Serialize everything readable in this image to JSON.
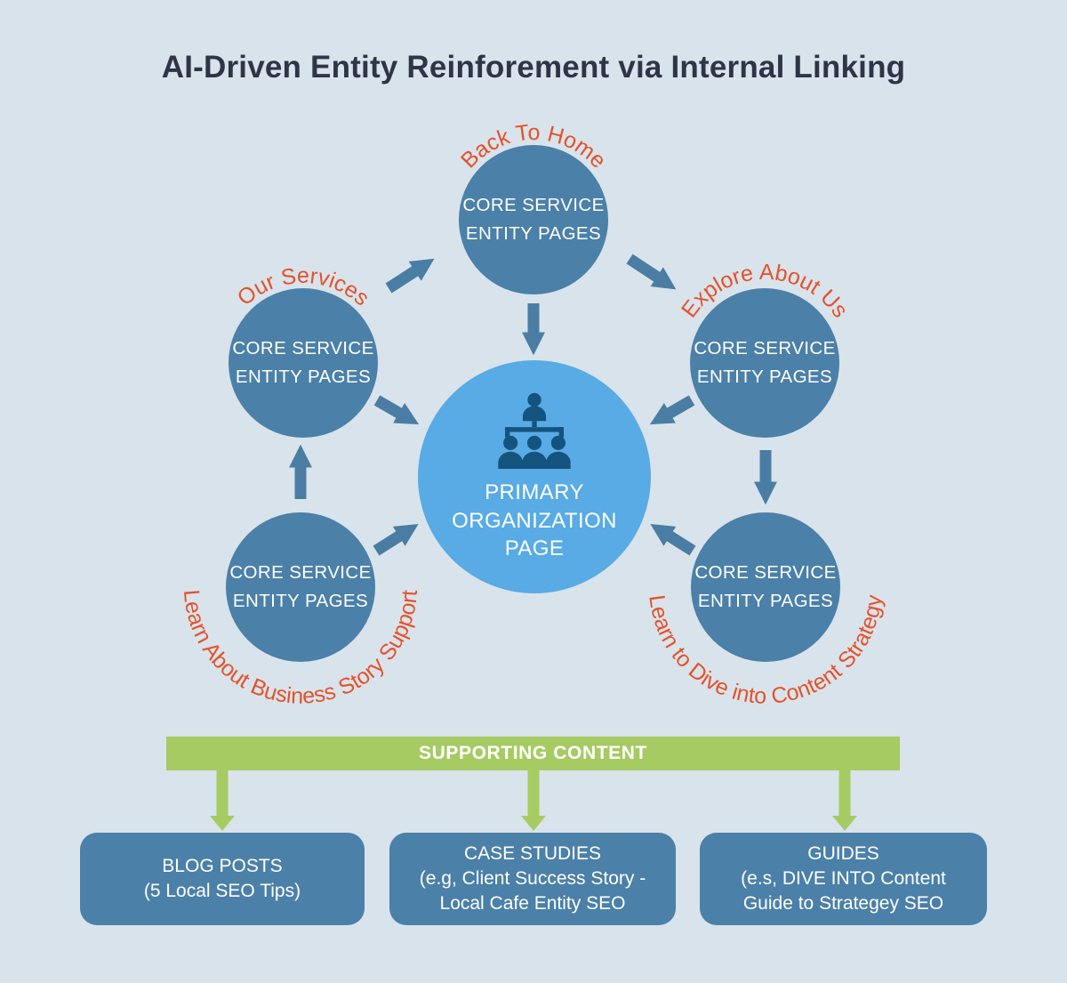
{
  "title": "AI-Driven Entity Reinforement via Internal Linking",
  "colors": {
    "background": "#D9E3EB",
    "node_blue": "#4B80A8",
    "center_blue": "#58ABE4",
    "icon_navy": "#15537F",
    "arrow_blue": "#4A7DA4",
    "accent_orange": "#E3532B",
    "banner_green": "#A6CB62",
    "title_navy": "#2F3447",
    "text_white": "#FFFFFF"
  },
  "center_node": {
    "label": "PRIMARY\nORGANIZATION\nPAGE",
    "icon": "org-chart-icon"
  },
  "nodes": {
    "top": {
      "label": "CORE SERVICE\nENTITY PAGES",
      "link_text": "Back To Home"
    },
    "upper_left": {
      "label": "CORE SERVICE\nENTITY PAGES",
      "link_text": "Our Services"
    },
    "upper_right": {
      "label": "CORE SERVICE\nENTITY PAGES",
      "link_text": "Explore About Us"
    },
    "lower_left": {
      "label": "CORE SERVICE\nENTITY PAGES",
      "link_text": "Learn About Business Story Support"
    },
    "lower_right": {
      "label": "CORE SERVICE\nENTITY PAGES",
      "link_text": "Learn to Dive into Content Strategy"
    }
  },
  "supporting": {
    "banner_label": "SUPPORTING CONTENT",
    "boxes": [
      {
        "label": "BLOG POSTS\n(5 Local SEO Tips)"
      },
      {
        "label": "CASE STUDIES\n(e.g, Client Success Story -\nLocal Cafe Entity SEO"
      },
      {
        "label": "GUIDES\n(e.s, DIVE INTO Content\nGuide to Strategey SEO"
      }
    ]
  }
}
